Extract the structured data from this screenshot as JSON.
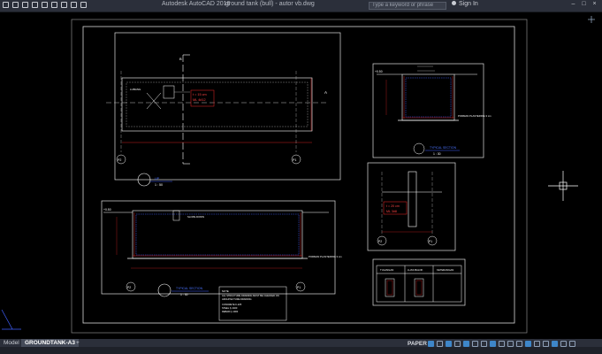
{
  "titlebar": {
    "app_name": "Autodesk AutoCAD 2016",
    "doc_name": "ground tank (bull) - autor vb.dwg",
    "search_placeholder": "Type a keyword or phrase",
    "sign_in": "Sign In",
    "window_buttons": [
      "–",
      "□",
      "×"
    ]
  },
  "drawing": {
    "plan_scale": "1 : 50",
    "plan_section_label": "UP",
    "grid_b": "B",
    "grid_a": "A",
    "grid_p2": "P2",
    "grid_p1": "P1",
    "level_top": "+0.50",
    "section_title": "TYPICAL SECTION",
    "section_scale": "1 : 30",
    "detail_scale": "1 : 30",
    "slab_note_1": "t = 15 cm",
    "slab_note_2": "ML 4#12",
    "wall_note_1": "t = 20 cm",
    "wall_note_2": "ML 3#8",
    "slope_note": "SLOPE DOWN",
    "plaster_note": "PORMAN PLASTERING\n3 cm",
    "notes_title": "NOTE",
    "notes_lines": [
      "ALL STRUCTURE DRAWING MUST BE CHECKED ON",
      "ARCHITECTURE DRAWING",
      "CONCRETE K-225",
      "STEEL   fy 2400",
      "REBAR   fy 4000"
    ],
    "table_headers": [
      "TULANGAN",
      "LUAS BALOK",
      "KETERANGAN"
    ]
  },
  "tabs": {
    "model": "Model",
    "layout": "GROUNDTANK-A3"
  },
  "status": {
    "paper": "PAPER"
  }
}
